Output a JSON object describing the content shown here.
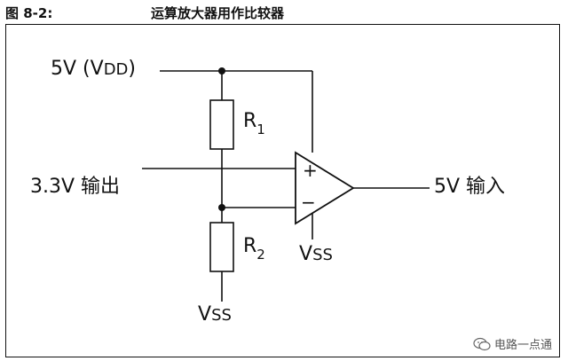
{
  "title": {
    "figure_label": "图 8-2:",
    "caption": "运算放大器用作比较器"
  },
  "labels": {
    "vdd_prefix": "5V (V",
    "vdd_sub": "DD",
    "vdd_suffix": ")",
    "r1_main": "R",
    "r1_sub": "1",
    "r2_main": "R",
    "r2_sub": "2",
    "input": "3.3V 输出",
    "output": "5V 输入",
    "plus": "+",
    "minus": "−",
    "vss_amp_main": "V",
    "vss_amp_sub": "SS",
    "vss_bottom_main": "V",
    "vss_bottom_sub": "SS"
  },
  "watermark": {
    "icon": "wechat-icon",
    "text": "电路一点通"
  }
}
